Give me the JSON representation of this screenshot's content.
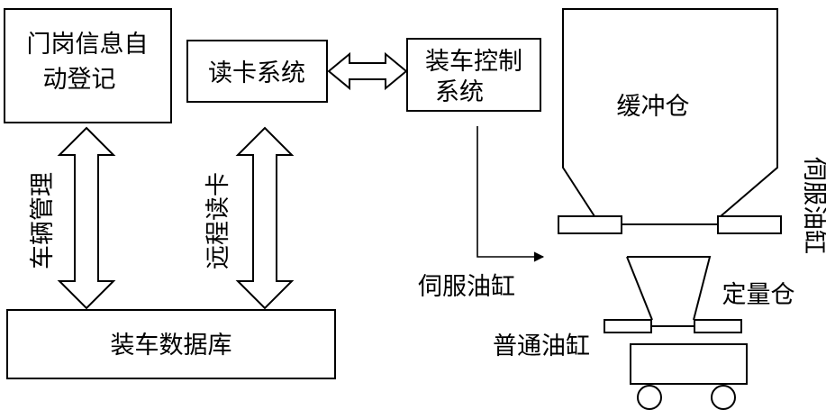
{
  "nodes": {
    "gate_registration": {
      "line1": "门岗信息自",
      "line2": "动登记"
    },
    "card_reader": {
      "label": "读卡系统"
    },
    "loading_control": {
      "line1": "装车控制",
      "line2": "系统"
    },
    "loading_database": {
      "label": "装车数据库"
    },
    "buffer_bin": {
      "label": "缓冲仓"
    },
    "metering_bin": {
      "label": "定量仓"
    }
  },
  "edges": {
    "vehicle_management": {
      "label": "车辆管理"
    },
    "remote_card_reading": {
      "label": "远程读卡"
    },
    "servo_cylinder_left": {
      "label": "伺服油缸"
    },
    "servo_cylinder_right": {
      "label": "伺服油缸"
    },
    "normal_cylinder": {
      "label": "普通油缸"
    }
  },
  "colors": {
    "stroke": "#000000",
    "background": "#ffffff"
  }
}
